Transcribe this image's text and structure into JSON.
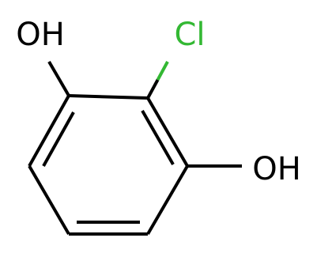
{
  "molecule": {
    "atoms": {
      "oh_top": {
        "text": "OH",
        "color": "#000000"
      },
      "cl": {
        "text": "Cl",
        "color": "#33b833"
      },
      "oh_right": {
        "text": "OH",
        "color": "#000000"
      }
    }
  }
}
